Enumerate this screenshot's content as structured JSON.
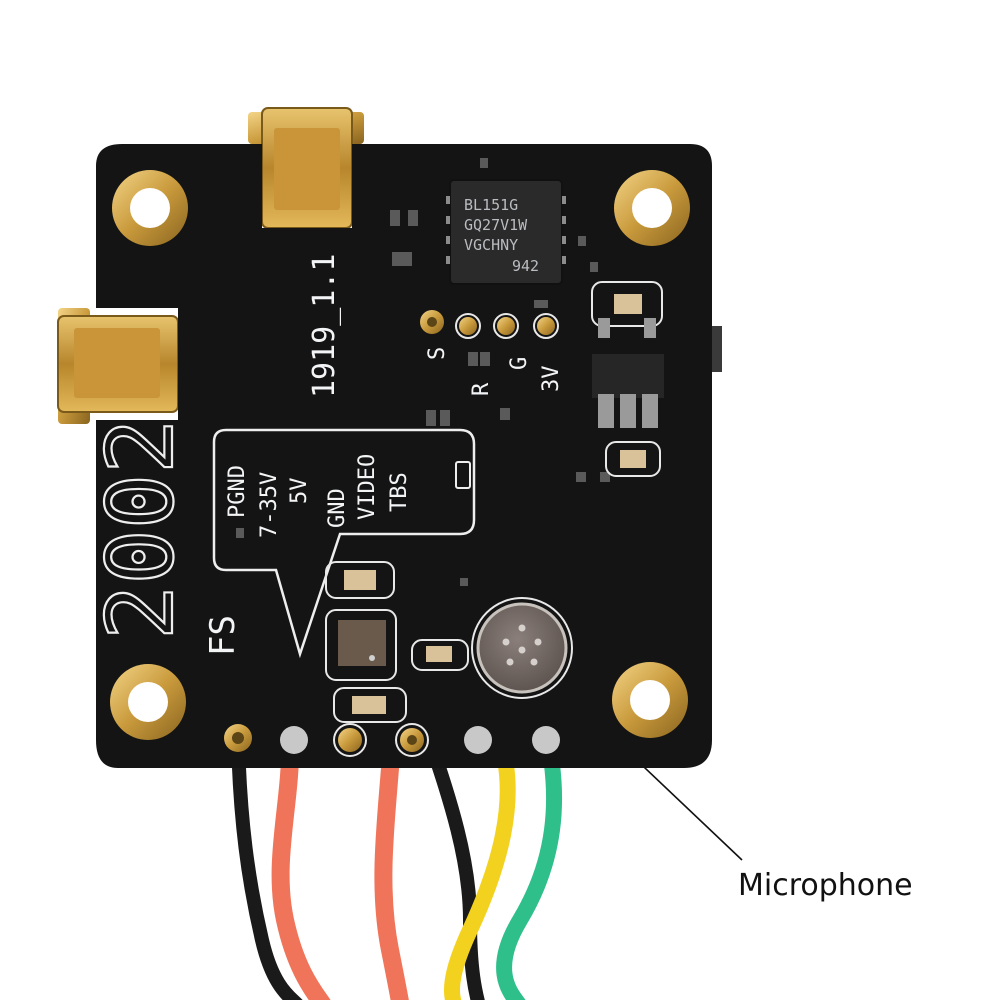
{
  "callout": {
    "label": "Microphone"
  },
  "board": {
    "version_label": "1919_1.1",
    "model_label": "2002",
    "variant_label": "FS",
    "chip_marking": [
      "BL151G",
      "GQ27V1W",
      "VGCHNY",
      "942"
    ],
    "top_pad_labels": [
      "S",
      "R",
      "G",
      "3V"
    ],
    "pinout_labels": [
      "PGND",
      "7-35V",
      "5V",
      "GND",
      "VIDEO",
      "TBS"
    ]
  },
  "colors": {
    "pcb": "#141414",
    "gold": "#d8b25a",
    "silk": "#f2f4f6",
    "wire_black": "#1a1a1a",
    "wire_red": "#f0745a",
    "wire_yellow": "#f3d21f",
    "wire_green": "#2fbf8a"
  }
}
